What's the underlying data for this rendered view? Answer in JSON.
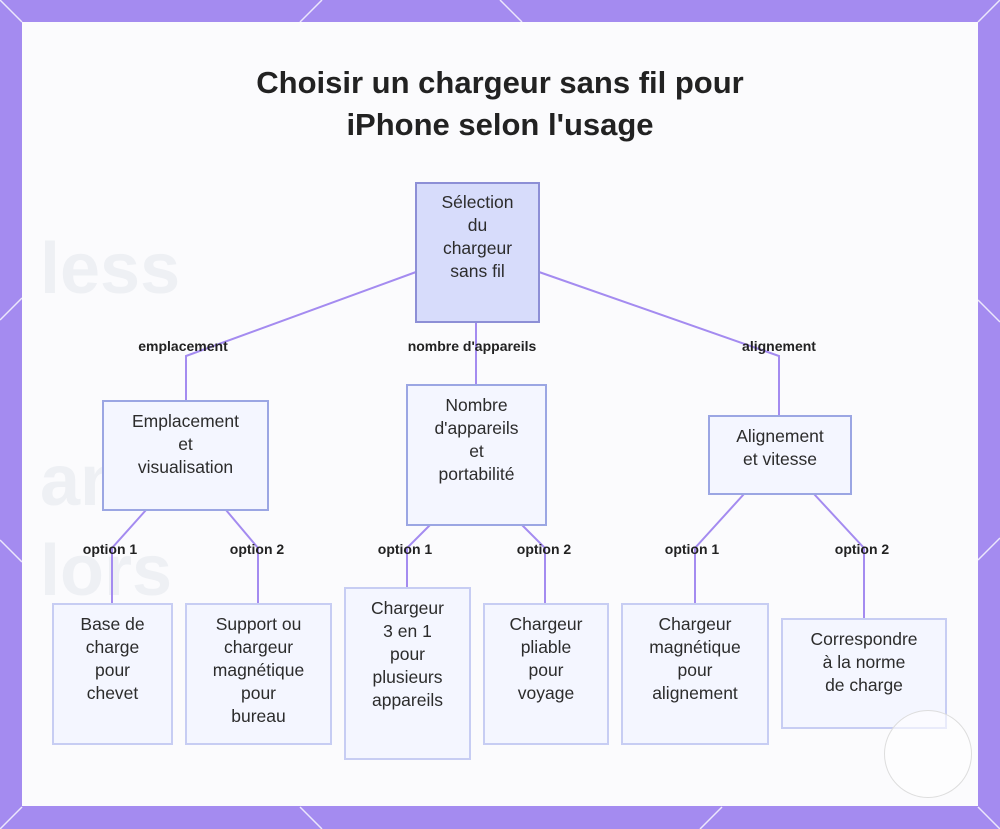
{
  "title": {
    "line1": "Choisir un chargeur sans fil pour",
    "line2": "iPhone selon l'usage"
  },
  "root": {
    "lines": [
      "Sélection",
      "du",
      "chargeur",
      "sans fil"
    ]
  },
  "edges": {
    "emplacement": "emplacement",
    "nombre": "nombre d'appareils",
    "alignement": "alignement",
    "option1": "option 1",
    "option2": "option 2"
  },
  "branches": {
    "emplacement": {
      "lines": [
        "Emplacement",
        "et",
        "visualisation"
      ]
    },
    "nombre": {
      "lines": [
        "Nombre",
        "d'appareils",
        "et",
        "portabilité"
      ]
    },
    "alignement": {
      "lines": [
        "Alignement",
        "et vitesse"
      ]
    }
  },
  "leaves": {
    "base": {
      "lines": [
        "Base de",
        "charge",
        "pour",
        "chevet"
      ]
    },
    "support": {
      "lines": [
        "Support ou",
        "chargeur",
        "magnétique",
        "pour",
        "bureau"
      ]
    },
    "trois": {
      "lines": [
        "Chargeur",
        "3 en 1",
        "pour",
        "plusieurs",
        "appareils"
      ]
    },
    "pliable": {
      "lines": [
        "Chargeur",
        "pliable",
        "pour",
        "voyage"
      ]
    },
    "magnetique": {
      "lines": [
        "Chargeur",
        "magnétique",
        "pour",
        "alignement"
      ]
    },
    "norme": {
      "lines": [
        "Correspondre",
        "à la norme",
        "de charge"
      ]
    }
  },
  "colors": {
    "frame": "#a48bf0",
    "line": "#a48bf0",
    "root_fill": "#d7dcfb",
    "node_fill": "#f4f6ff"
  }
}
